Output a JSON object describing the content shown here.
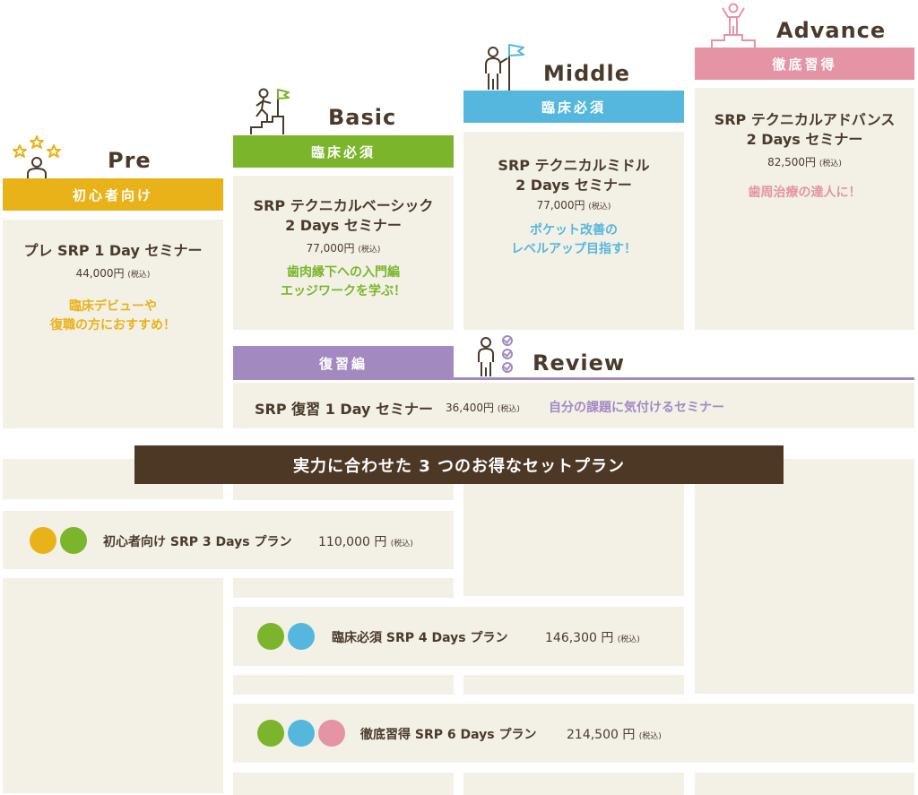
{
  "levels": {
    "pre": {
      "name": "Pre",
      "band": "初心者向け",
      "title1": "プレ SRP 1 Day セミナー",
      "price": "44,000円",
      "tax": "(税込)",
      "hl1": "臨床デビューや",
      "hl2": "復職の方におすすめ！",
      "color": "#eab219"
    },
    "basic": {
      "name": "Basic",
      "band": "臨床必須",
      "title1": "SRP テクニカルベーシック",
      "title2": "2 Days セミナー",
      "price": "77,000円",
      "tax": "(税込)",
      "hl1": "歯肉縁下への入門編",
      "hl2": "エッジワークを学ぶ！",
      "color": "#7bb52b"
    },
    "middle": {
      "name": "Middle",
      "band": "臨床必須",
      "title1": "SRP テクニカルミドル",
      "title2": "2 Days セミナー",
      "price": "77,000円",
      "tax": "(税込)",
      "hl1": "ポケット改善の",
      "hl2": "レベルアップ目指す！",
      "color": "#56b7de"
    },
    "advance": {
      "name": "Advance",
      "band": "徹底習得",
      "title1": "SRP テクニカルアドバンス",
      "title2": "2 Days セミナー",
      "price": "82,500円",
      "tax": "(税込)",
      "hl1": "歯周治療の達人に！",
      "color": "#e594a5"
    }
  },
  "review": {
    "name": "Review",
    "band": "復習編",
    "title": "SRP 復習 1 Day セミナー",
    "price": "36,400円",
    "tax": "(税込)",
    "hl": "自分の課題に気付けるセミナー",
    "color": "#a28ac1"
  },
  "plans": {
    "header": "実力に合わせた 3 つのお得なセットプラン",
    "items": [
      {
        "label": "初心者向け SRP 3 Days プラン",
        "price": "110,000 円",
        "tax": "(税込)"
      },
      {
        "label": "臨床必須 SRP 4 Days プラン",
        "price": "146,300 円",
        "tax": "(税込)"
      },
      {
        "label": "徹底習得 SRP 6 Days プラン",
        "price": "214,500 円",
        "tax": "(税込)"
      }
    ]
  },
  "colors": {
    "dark": "#4a3a2c",
    "cream": "#f3f1e6",
    "header_bg": "#4d3826"
  },
  "icons": [
    "stars-person-icon",
    "stairs-flag-icon",
    "flag-person-icon",
    "podium-person-icon",
    "checklist-person-icon"
  ]
}
